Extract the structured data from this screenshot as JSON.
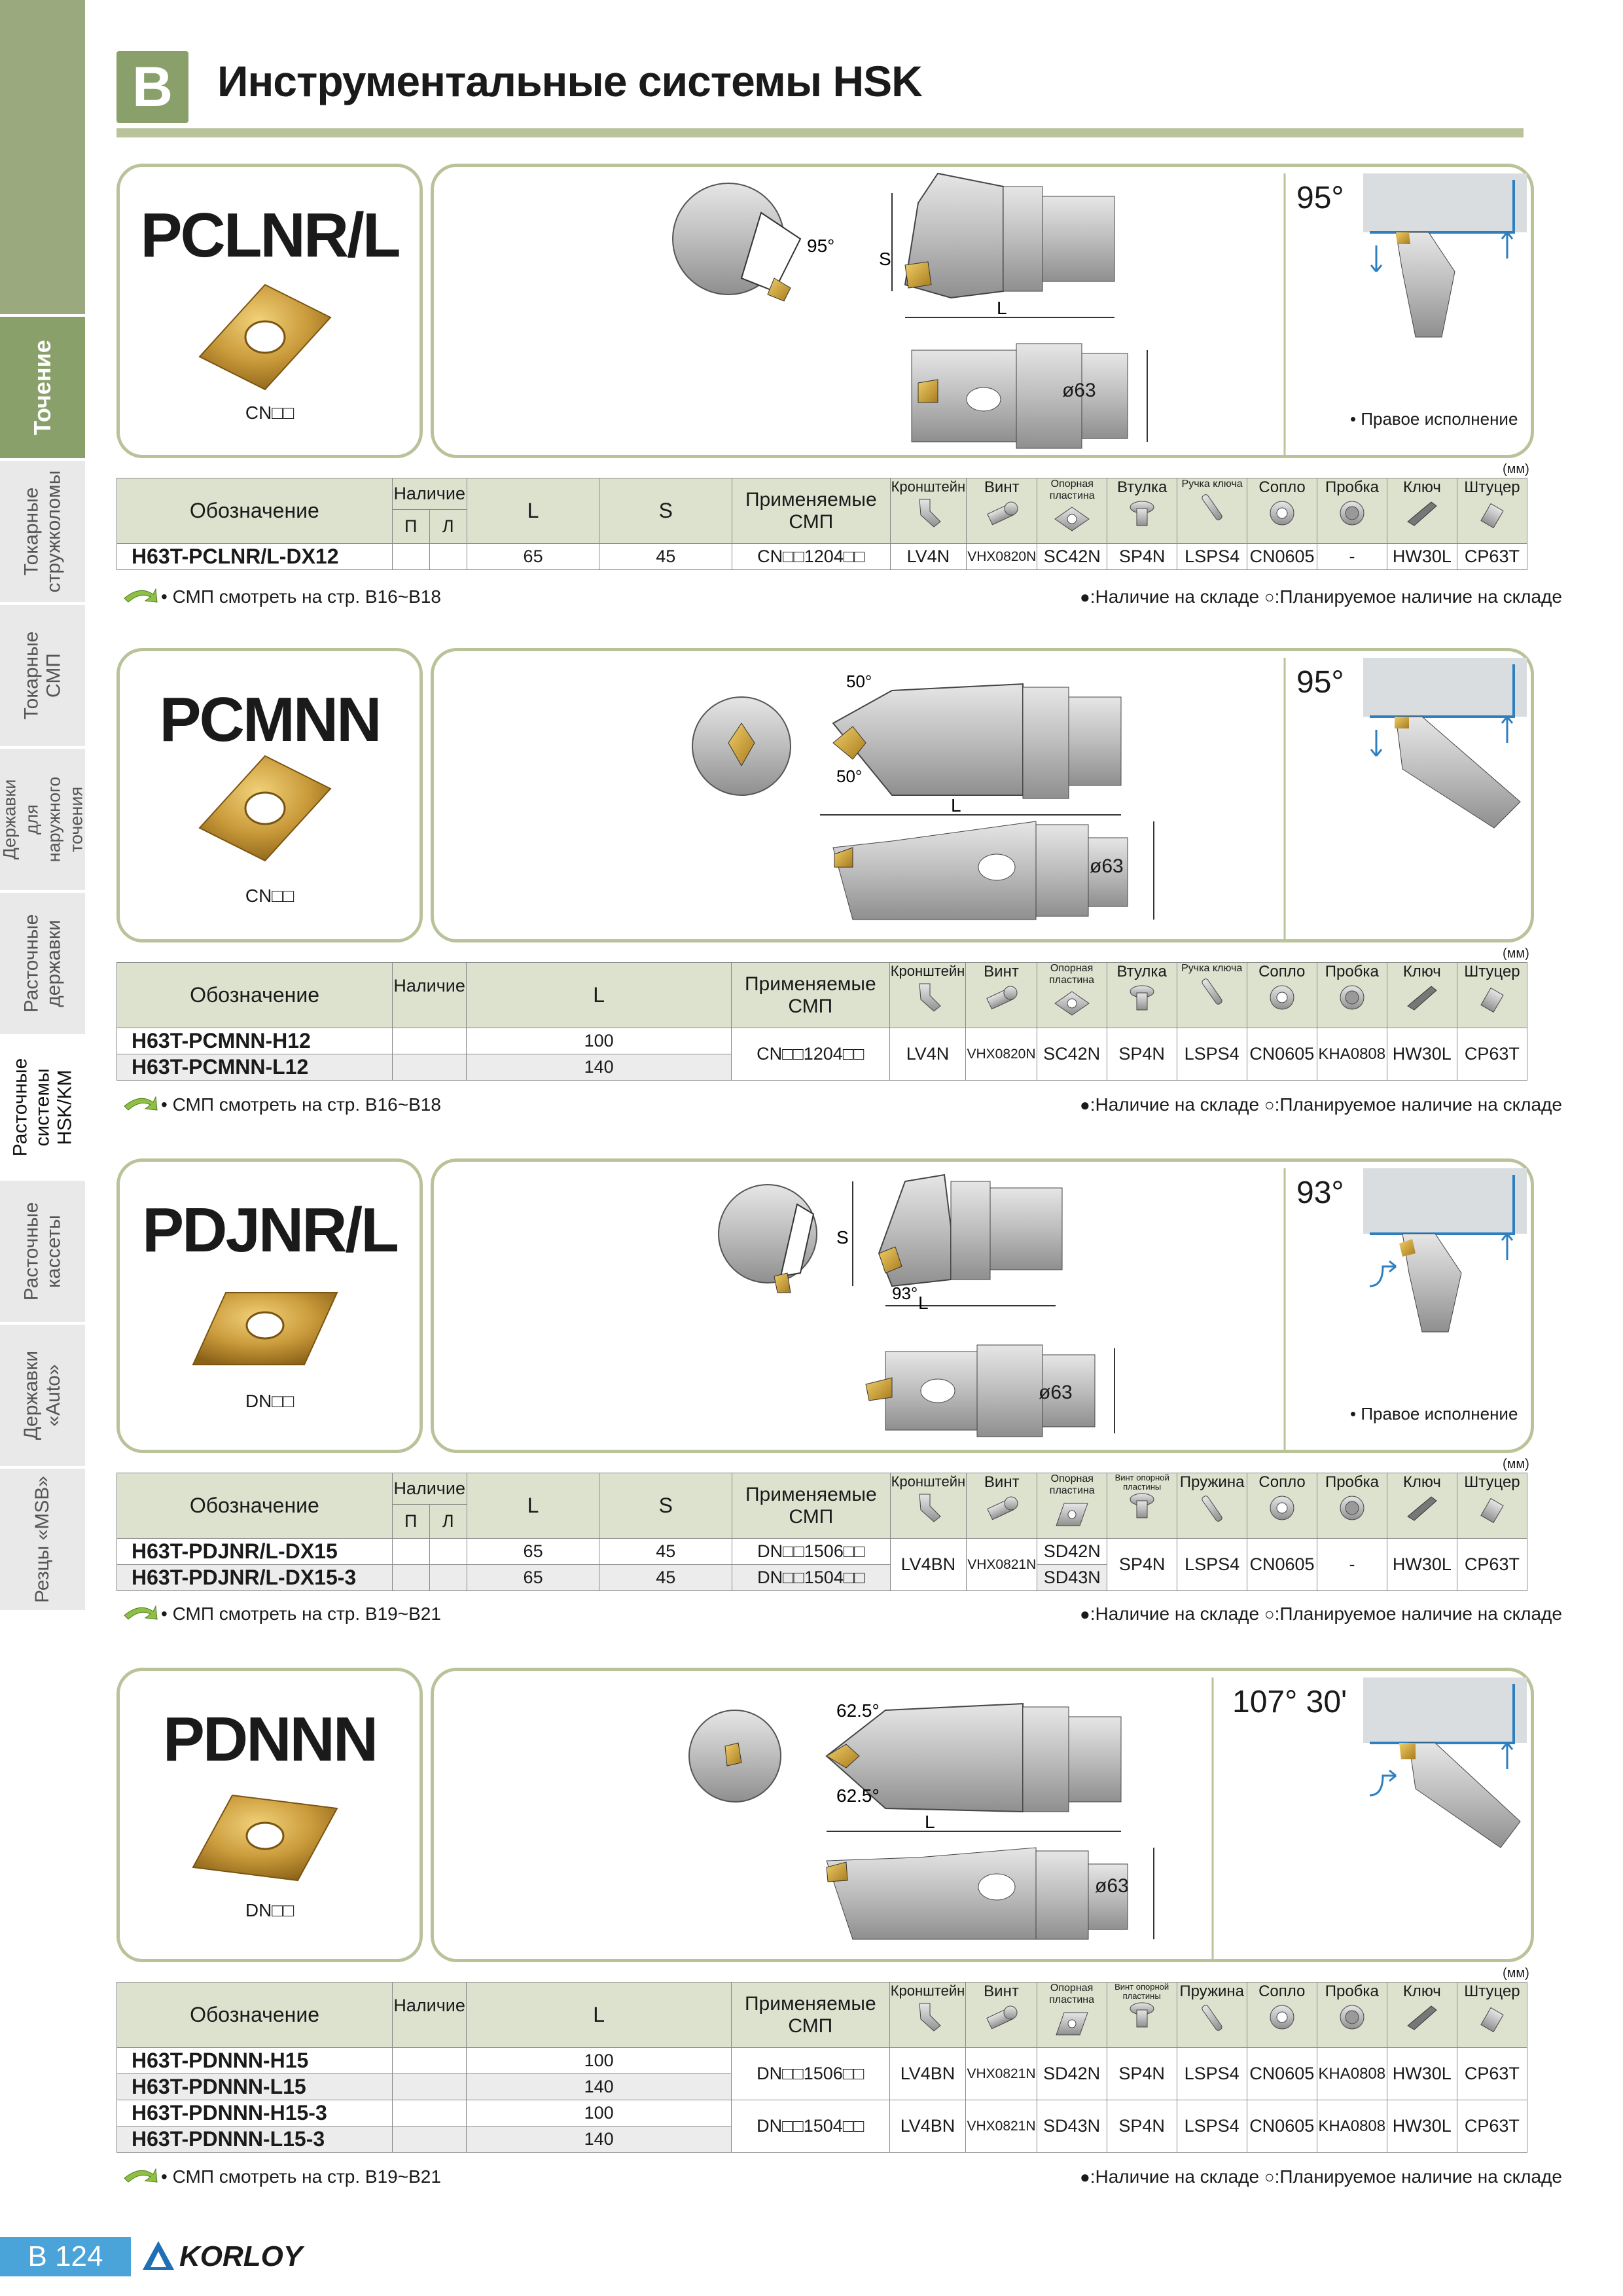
{
  "header": {
    "section_letter": "B",
    "title": "Инструментальные системы HSK"
  },
  "sidebar": {
    "items": [
      {
        "label": "Точение"
      },
      {
        "label": "Токарные стружколомы"
      },
      {
        "label": "Токарные СМП"
      },
      {
        "label": "Державки для наружного точения"
      },
      {
        "label": "Расточные державки"
      },
      {
        "label": "Расточные системы HSK/KM"
      },
      {
        "label": "Расточные кассеты"
      },
      {
        "label": "Державки «Auto»"
      },
      {
        "label": "Резцы «MSB»"
      }
    ]
  },
  "common": {
    "unit_mm": "(мм)",
    "col_designation": "Обозначение",
    "col_availability": "Наличие",
    "col_P": "П",
    "col_L_hand": "Л",
    "col_L": "L",
    "col_S": "S",
    "col_insert": "Применяемые СМП",
    "acc_bracket": "Кронштейн",
    "acc_screw": "Винт",
    "acc_shim": "Опорная пластина",
    "acc_sleeve": "Втулка",
    "acc_shim_screw": "Винт опорной пластины",
    "acc_handle": "Ручка ключа",
    "acc_spring": "Пружина",
    "acc_nozzle": "Сопло",
    "acc_plug": "Пробка",
    "acc_key": "Ключ",
    "acc_fitting": "Штуцер",
    "legend": ":Наличие на складе",
    "legend_planned": ":Планируемое наличие на складе",
    "right_hand": "• Правое исполнение",
    "dia": "ø63"
  },
  "products": [
    {
      "name": "PCLNR/L",
      "insert_code": "CN□□",
      "angle": "95°",
      "diag_angle": "95°",
      "see_note": "• СМП смотреть на стр. B16~B18",
      "rows": [
        {
          "code": "H63T-PCLNR/L-DX12",
          "L": "65",
          "S": "45",
          "insert": "CN□□1204□□",
          "bracket": "LV4N",
          "screw": "VHX0820N",
          "shim": "SC42N",
          "sleeve": "SP4N",
          "handle": "LSPS4",
          "nozzle": "CN0605",
          "plug": "-",
          "key": "HW30L",
          "fitting": "CP63T"
        }
      ]
    },
    {
      "name": "PCMNN",
      "insert_code": "CN□□",
      "angle": "95°",
      "diag_angle": "50°",
      "see_note": "• СМП смотреть на стр. B16~B18",
      "rows": [
        {
          "code": "H63T-PCMNN-H12",
          "L": "100"
        },
        {
          "code": "H63T-PCMNN-L12",
          "L": "140"
        }
      ],
      "group": {
        "insert": "CN□□1204□□",
        "bracket": "LV4N",
        "screw": "VHX0820N",
        "shim": "SC42N",
        "sleeve": "SP4N",
        "handle": "LSPS4",
        "nozzle": "CN0605",
        "plug": "KHA0808",
        "key": "HW30L",
        "fitting": "CP63T"
      }
    },
    {
      "name": "PDJNR/L",
      "insert_code": "DN□□",
      "angle": "93°",
      "diag_angle": "93°",
      "see_note": "• СМП смотреть на стр. B19~B21",
      "rows": [
        {
          "code": "H63T-PDJNR/L-DX15",
          "L": "65",
          "S": "45",
          "insert": "DN□□1506□□",
          "shim": "SD42N"
        },
        {
          "code": "H63T-PDJNR/L-DX15-3",
          "L": "65",
          "S": "45",
          "insert": "DN□□1504□□",
          "shim": "SD43N"
        }
      ],
      "group": {
        "bracket": "LV4BN",
        "screw": "VHX0821N",
        "shim_screw": "SP4N",
        "spring": "LSPS4",
        "nozzle": "CN0605",
        "plug": "-",
        "key": "HW30L",
        "fitting": "CP63T"
      }
    },
    {
      "name": "PDNNN",
      "insert_code": "DN□□",
      "angle": "107° 30'",
      "diag_angle": "62.5°",
      "see_note": "• СМП смотреть на стр. B19~B21",
      "rows": [
        {
          "code": "H63T-PDNNN-H15",
          "L": "100"
        },
        {
          "code": "H63T-PDNNN-L15",
          "L": "140"
        },
        {
          "code": "H63T-PDNNN-H15-3",
          "L": "100"
        },
        {
          "code": "H63T-PDNNN-L15-3",
          "L": "140"
        }
      ],
      "groups": [
        {
          "insert": "DN□□1506□□",
          "bracket": "LV4BN",
          "screw": "VHX0821N",
          "shim": "SD42N",
          "shim_screw": "SP4N",
          "spring": "LSPS4",
          "nozzle": "CN0605",
          "plug": "KHA0808",
          "key": "HW30L",
          "fitting": "CP63T"
        },
        {
          "insert": "DN□□1504□□",
          "bracket": "LV4BN",
          "screw": "VHX0821N",
          "shim": "SD43N",
          "shim_screw": "SP4N",
          "spring": "LSPS4",
          "nozzle": "CN0605",
          "plug": "KHA0808",
          "key": "HW30L",
          "fitting": "CP63T"
        }
      ]
    }
  ],
  "footer": {
    "page": "B 124",
    "brand": "KORLOY"
  },
  "colors": {
    "accent": "#8aa06a",
    "frame": "#b9c39a",
    "header_cell": "#dde2cf",
    "insert_gold": "#c99a3a",
    "page_blue": "#4aa3d9"
  }
}
